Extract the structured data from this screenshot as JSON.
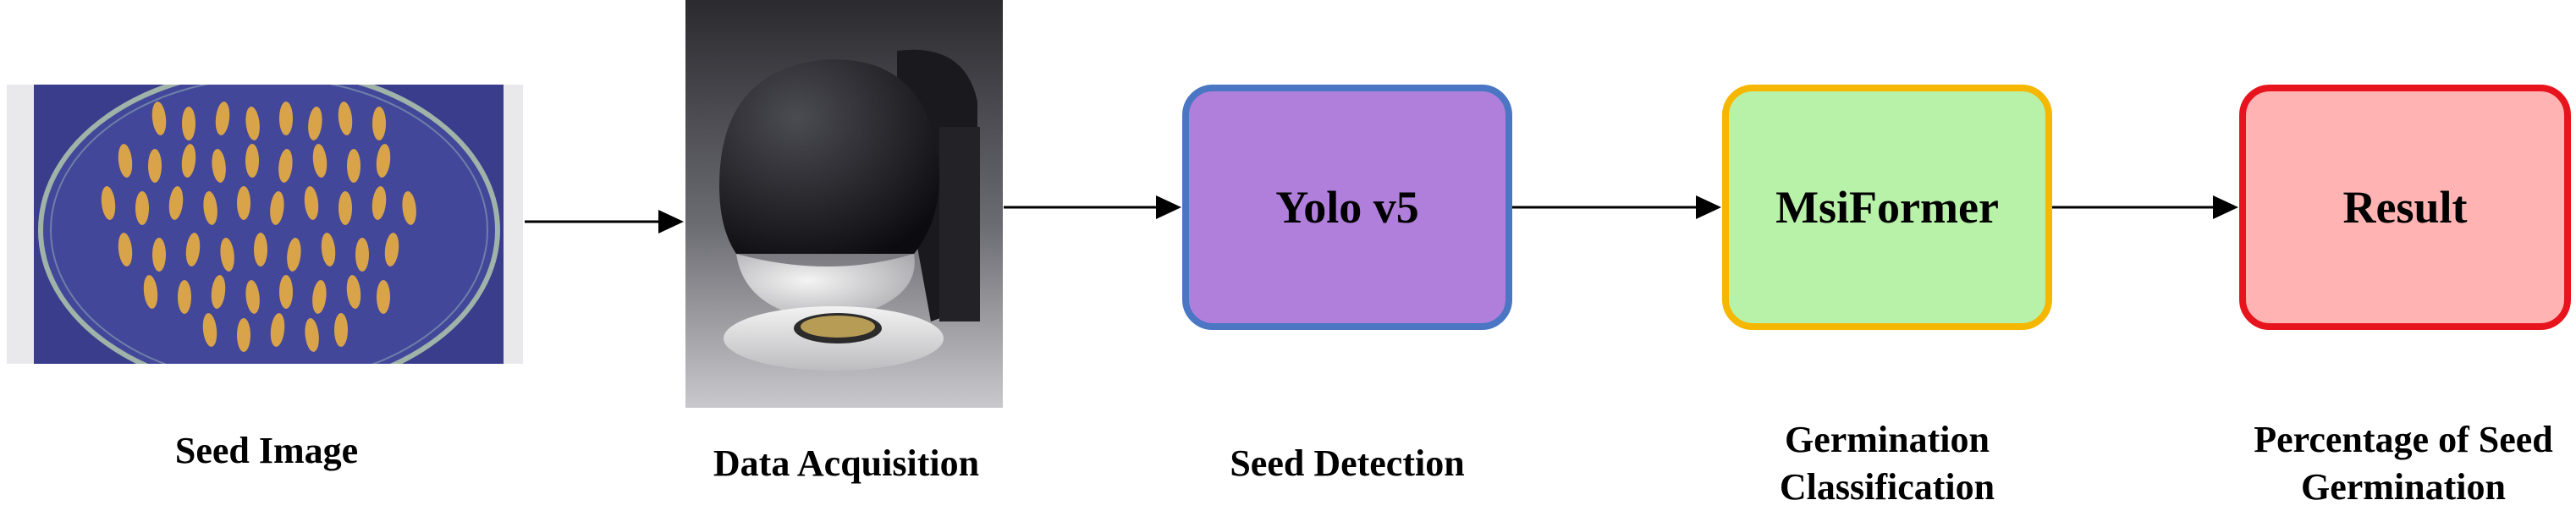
{
  "steps": {
    "seed_image": {
      "caption": "Seed Image"
    },
    "data_acquisition": {
      "caption": "Data Acquisition"
    },
    "seed_detection": {
      "box_label": "Yolo v5",
      "caption": "Seed Detection"
    },
    "germination_classification": {
      "box_label": "MsiFormer",
      "caption_line1": "Germination",
      "caption_line2": "Classification"
    },
    "percentage": {
      "box_label": "Result",
      "caption_line1": "Percentage of Seed",
      "caption_line2": "Germination"
    }
  },
  "colors": {
    "yolo_fill": "#b07fdb",
    "yolo_border": "#4a76c4",
    "msi_fill": "#b7f2a8",
    "msi_border": "#f5b700",
    "result_fill": "#ffb3b3",
    "result_border": "#e8141d",
    "petri_bg": "#3a3c8c",
    "seed": "#d9a449"
  },
  "icons": [
    "petri-dish-photo",
    "seed-imaging-device-photo",
    "arrow-right-icon"
  ]
}
